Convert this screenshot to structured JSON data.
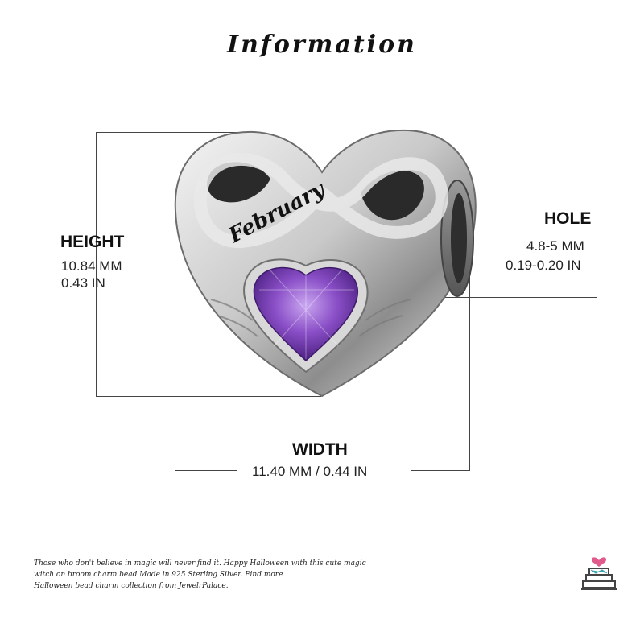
{
  "title": "Information",
  "engraving": "February",
  "height": {
    "label": "HEIGHT",
    "mm": "10.84 MM",
    "in": "0.43 IN"
  },
  "hole": {
    "label": "HOLE",
    "mm": "4.8-5 MM",
    "in": "0.19-0.20 IN"
  },
  "width": {
    "label": "WIDTH",
    "value": "11.40 MM / 0.44 IN"
  },
  "footer": {
    "line1": "Those who don't believe in magic will never find it. Happy Halloween with this cute magic",
    "line2": "witch on broom charm bead Made in 925 Sterling Silver. Find more",
    "line3": "Halloween bead charm collection from JewelrPalace."
  },
  "colors": {
    "gem": "#8a4fc7",
    "silver": "#cfcfcf",
    "accent_pink": "#e05a8c"
  },
  "icons": {
    "logo": "cake-logo-icon"
  }
}
